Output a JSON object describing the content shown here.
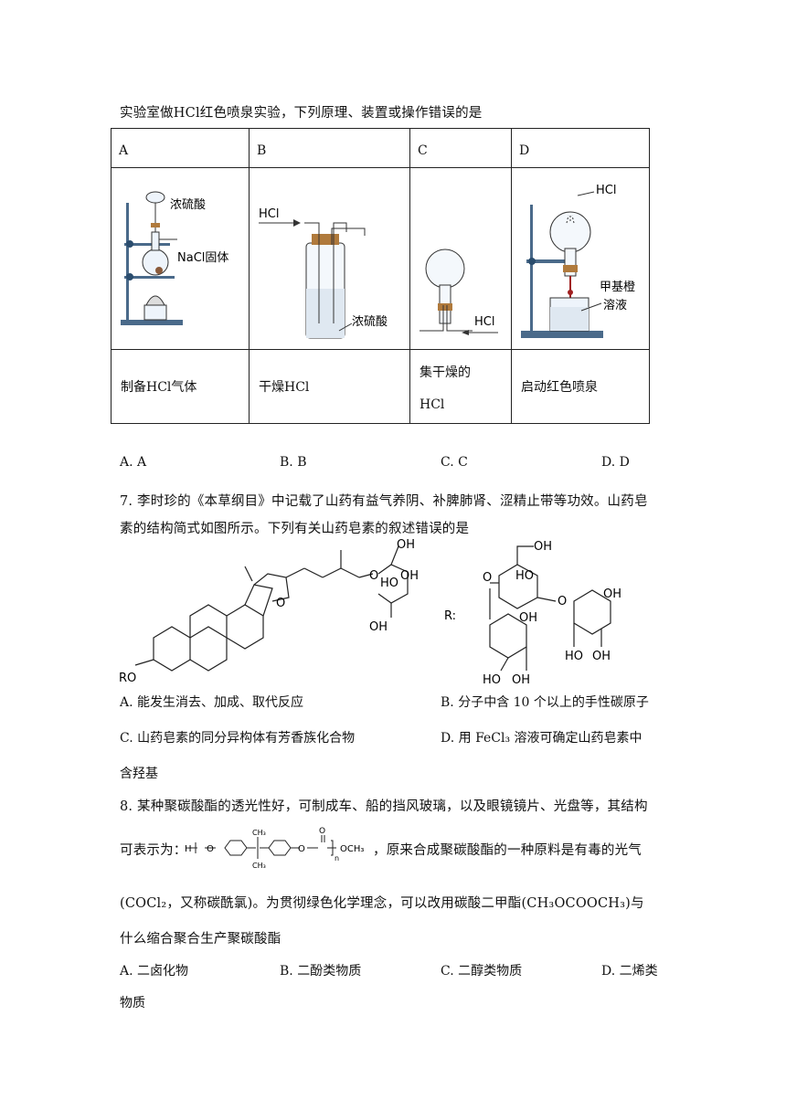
{
  "q6": {
    "stem": "实验室做HCl红色喷泉实验，下列原理、装置或操作错误的是",
    "columns": [
      "A",
      "B",
      "C",
      "D"
    ],
    "labels": {
      "a_top": "浓硫酸",
      "a_bottom": "NaCl固体",
      "b_gas": "HCl",
      "b_liquid": "浓硫酸",
      "c_gas": "HCl",
      "d_gas": "HCl",
      "d_sol1": "甲基橙",
      "d_sol2": "溶液"
    },
    "captions": [
      "制备HCl气体",
      "干燥HCl",
      "集干燥的",
      "HCl",
      "启动红色喷泉"
    ],
    "options": [
      "A. A",
      "B. B",
      "C. C",
      "D. D"
    ]
  },
  "q7": {
    "line1": "7. 李时珍的《本草纲目》中记载了山药有益气养阴、补脾肺肾、涩精止带等功效。山药皂",
    "line2": "素的结构简式如图所示。下列有关山药皂素的叙述错误的是",
    "struct": {
      "ro": "RO",
      "oh": "OH",
      "ho": "HO",
      "o": "O",
      "r": "R:"
    },
    "opt_a": "A. 能发生消去、加成、取代反应",
    "opt_b": "B. 分子中含 10 个以上的手性碳原子",
    "opt_c": "C. 山药皂素的同分异构体有芳香族化合物",
    "opt_d": "D. 用 FeCl₃ 溶液可确定山药皂素中",
    "opt_d2": "含羟基"
  },
  "q8": {
    "line1": "8. 某种聚碳酸酯的透光性好，可制成车、船的挡风玻璃，以及眼镜镜片、光盘等，其结构",
    "line2_pre": "可表示为：",
    "line2_post": "，原来合成聚碳酸酯的一种原料是有毒的光气",
    "line3": "(COCl₂，又称碳酰氯)。为贯彻绿色化学理念，可以改用碳酸二甲酯(CH₃OCOOCH₃)与",
    "line4": "什么缩合聚合生产聚碳酸酯",
    "struct": {
      "h": "H",
      "o": "O",
      "ch3": "CH₃",
      "och3": "OCH₃",
      "n": "n"
    },
    "opt_a": "A. 二卤化物",
    "opt_b": "B. 二酚类物质",
    "opt_c": "C. 二醇类物质",
    "opt_d": "D. 二烯类",
    "opt_d2": "物质"
  }
}
